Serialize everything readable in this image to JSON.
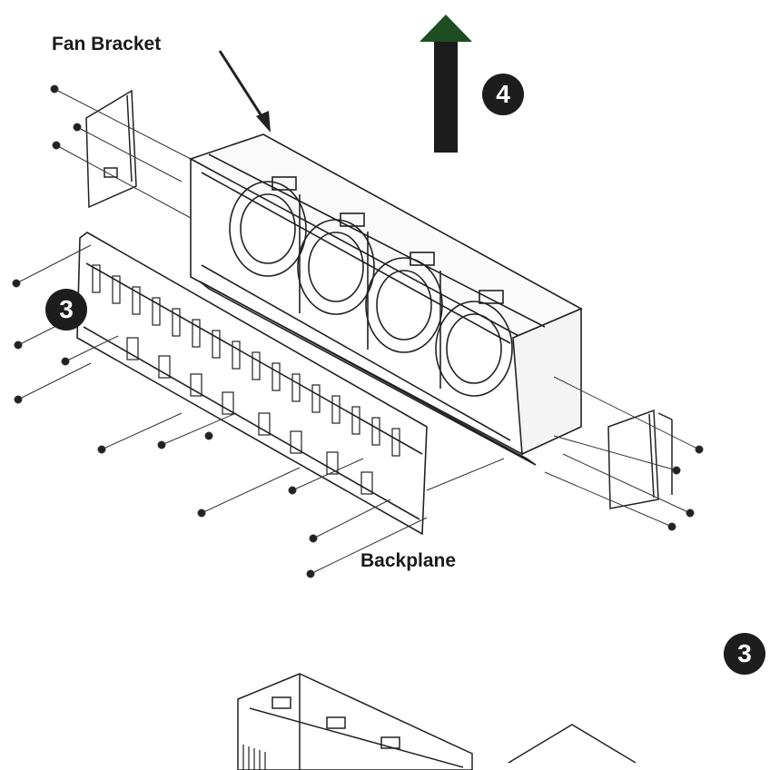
{
  "labels": {
    "fan_bracket": "Fan Bracket",
    "backplane": "Backplane"
  },
  "steps": {
    "top": "4",
    "left": "3",
    "bottom": "3"
  },
  "colors": {
    "line": "#222222",
    "arrow_body": "#1c1c1c",
    "arrow_head": "#1f4d22",
    "badge": "#1d1d1d"
  }
}
